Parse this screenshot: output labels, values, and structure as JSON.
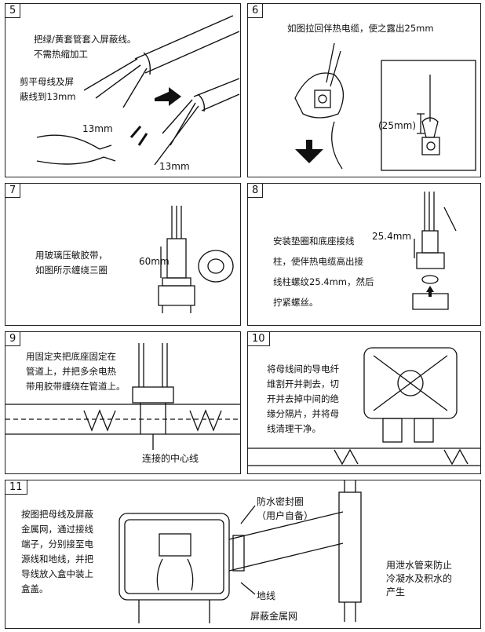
{
  "steps": [
    {
      "num": "5",
      "lines": [
        "把绿/黄套管套入屏蔽线。",
        "不需热缩加工"
      ],
      "lines2": [
        "剪平母线及屏",
        "蔽线到13mm"
      ],
      "dim1": "13mm",
      "dim2": "13mm"
    },
    {
      "num": "6",
      "lines": [
        "如图拉回伴热电缆，使之露出25mm"
      ],
      "dim1": "(25mm)"
    },
    {
      "num": "7",
      "lines": [
        "用玻璃压敏胶带，",
        "如图所示缠绕三圈"
      ],
      "dim1": "60mm"
    },
    {
      "num": "8",
      "lines": [
        "安装垫圈和底座接线",
        "柱，使伴热电缆高出接",
        "线柱螺纹25.4mm，然后",
        "拧紧螺丝。"
      ],
      "dim1": "25.4mm"
    },
    {
      "num": "9",
      "lines": [
        "用固定夹把底座固定在",
        "管道上，并把多余电热",
        "带用胶带缠绕在管道上。"
      ],
      "caption": "连接的中心线"
    },
    {
      "num": "10",
      "lines": [
        "将母线间的导电纤",
        "维割开并剥去，切",
        "开并去掉中间的绝",
        "缘分隔片，并将母",
        "线清理干净。"
      ]
    },
    {
      "num": "11",
      "lines": [
        "按图把母线及屏蔽",
        "金属网，通过接线",
        "端子，分别接至电",
        "源线和地线，并把",
        "导线放入盒中装上",
        "盒盖。"
      ],
      "seal": [
        "防水密封圈",
        "（用户自备）"
      ],
      "ground": "地线",
      "shield": "屏蔽金属网",
      "drain": [
        "用泄水管来防止",
        "冷凝水及积水的",
        "产生"
      ]
    }
  ]
}
